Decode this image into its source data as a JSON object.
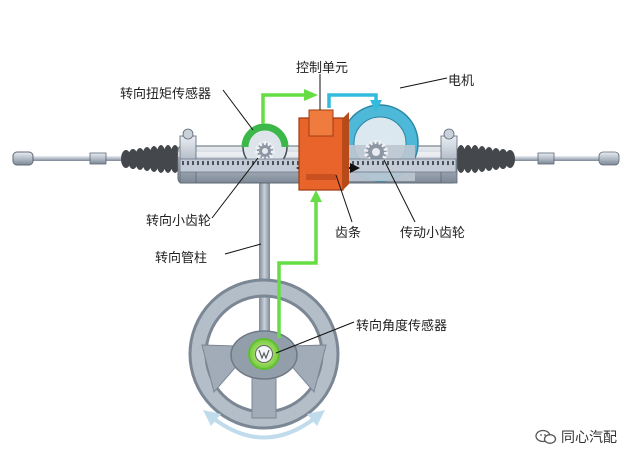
{
  "labels": {
    "control_unit": "控制单元",
    "motor": "电机",
    "torque_sensor": "转向扭矩传感器",
    "steering_pinion": "转向小齿轮",
    "rack": "齿条",
    "drive_pinion": "传动小齿轮",
    "steering_column": "转向管柱",
    "angle_sensor": "转向角度传感器"
  },
  "watermark": {
    "text": "同心汽配",
    "icon": "wechat-icon"
  },
  "colors": {
    "signal_green": "#66dd44",
    "signal_blue": "#33bbdd",
    "control_unit": "#e8642a",
    "motor_ring": "#4db8d8",
    "sensor_ring": "#3cb84a",
    "steel": "#9aa6b4",
    "bellows": "#44474c",
    "wheel": "#9ea9b5",
    "rotation_arrow": "#c0dcec"
  }
}
